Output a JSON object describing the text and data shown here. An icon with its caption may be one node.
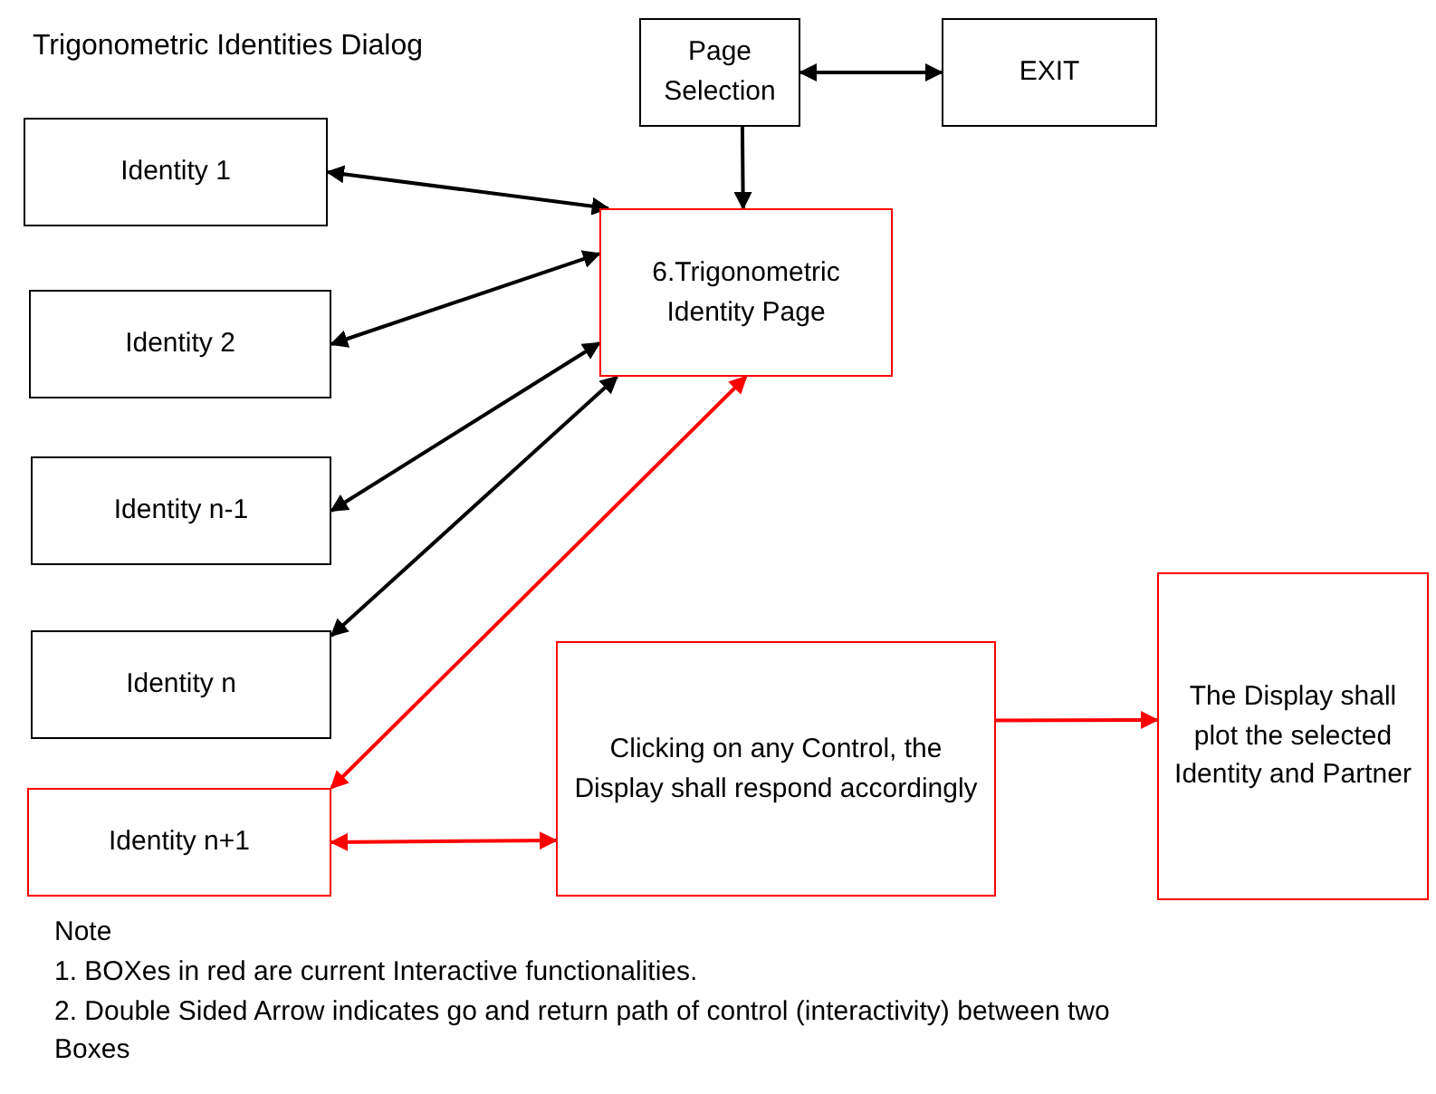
{
  "diagram": {
    "title": "Trigonometric Identities Dialog",
    "nodes": [
      {
        "text": [
          "Page Selection"
        ]
      },
      {
        "text": [
          "EXIT"
        ]
      },
      {
        "text": [
          "Identity 1"
        ]
      },
      {
        "text": [
          "6.Trigonometric Identity Page"
        ]
      },
      {
        "text": [
          "Identity 2"
        ]
      },
      {
        "text": [
          "Identity n-1"
        ]
      },
      {
        "text": [
          "Identity n"
        ]
      },
      {
        "text": [
          "Clicking on any Control, the Display shall respond accordingly"
        ]
      },
      {
        "text": [
          "The Display shall plot the selected Identity and Partner"
        ]
      },
      {
        "text": [
          "Identity n+1"
        ]
      }
    ],
    "edges": [
      {
        "from": 0,
        "to": 1,
        "arrow": "both"
      },
      {
        "from": 0,
        "to": 3,
        "arrow": "to"
      },
      {
        "from": 2,
        "to": 3,
        "arrow": "both"
      },
      {
        "from": 4,
        "to": 3,
        "arrow": "both"
      },
      {
        "from": 5,
        "to": 3,
        "arrow": "both"
      },
      {
        "from": 6,
        "to": 3,
        "arrow": "both"
      },
      {
        "from": 9,
        "to": 3,
        "arrow": "both",
        "color": "#ff0000"
      },
      {
        "from": 9,
        "to": 7,
        "arrow": "both",
        "color": "#ff0000"
      },
      {
        "from": 7,
        "to": 8,
        "arrow": "to",
        "color": "#ff0000"
      }
    ],
    "labels": [
      "Note",
      "1. BOXes in red are current Interactive functionalities.",
      "2. Double Sided Arrow indicates go and return path of control (interactivity) between two Boxes"
    ]
  }
}
